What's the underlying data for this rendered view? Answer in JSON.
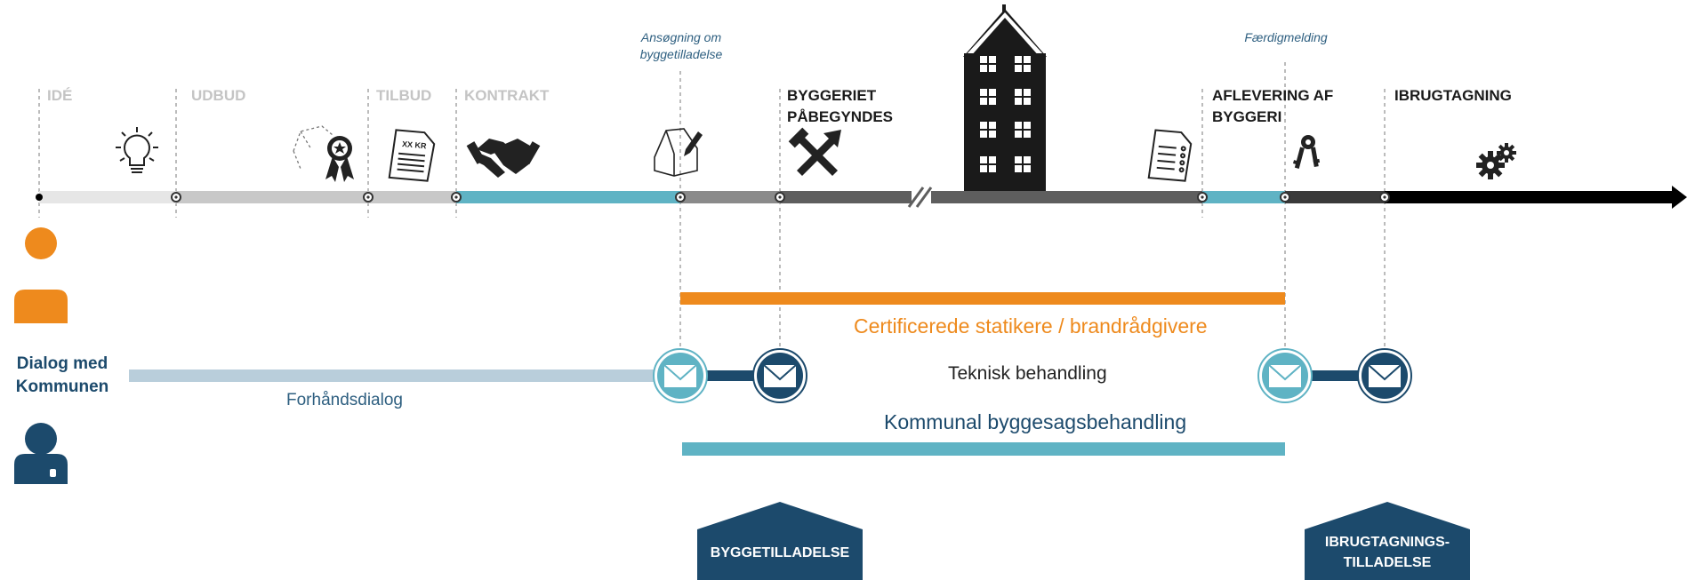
{
  "phases": {
    "ide": "IDÉ",
    "udbud": "UDBUD",
    "tilbud": "TILBUD",
    "kontrakt": "KONTRAKT",
    "byggeriet_line1": "BYGGERIET",
    "byggeriet_line2": "PÅBEGYNDES",
    "aflevering_line1": "AFLEVERING AF",
    "aflevering_line2": "BYGGERI",
    "ibrugtagning": "IBRUGTAGNING"
  },
  "milestones": {
    "ansogning_line1": "Ansøgning om",
    "ansogning_line2": "byggetilladelse",
    "faerdigmelding": "Færdigmelding"
  },
  "actors": {
    "dialog_line1": "Dialog med",
    "dialog_line2": "Kommunen"
  },
  "tracks": {
    "forhandsdialog": "Forhåndsdialog",
    "certificerede": "Certificerede statikere / brandrådgivere",
    "teknisk": "Teknisk behandling",
    "kommunal": "Kommunal byggesagsbehandling"
  },
  "permits": {
    "byggetilladelse": "BYGGETILLADELSE",
    "ibrug_line1": "IBRUGTAGNINGS-",
    "ibrug_line2": "TILLADELSE"
  },
  "xx_kr": "XX KR",
  "colors": {
    "orange": "#ee8a1d",
    "navy": "#1c4a6c",
    "teal": "#5fb3c4",
    "light_blue": "#b9cedb",
    "grey_light": "#e6e6e6",
    "grey_mid": "#c8c8c8",
    "grey_dark": "#8a8a8a",
    "charcoal": "#5e5e5e",
    "black": "#000000"
  }
}
